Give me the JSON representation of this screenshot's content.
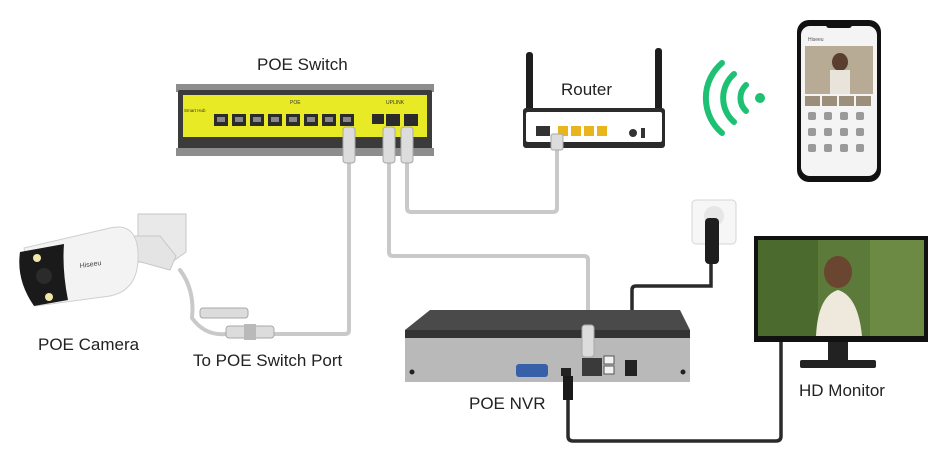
{
  "labels": {
    "poe_switch": "POE Switch",
    "router": "Router",
    "poe_camera": "POE Camera",
    "switch_port": "To POE Switch Port",
    "poe_nvr": "POE NVR",
    "hd_monitor": "HD Monitor"
  },
  "switch": {
    "brand_text": "Smart Hub",
    "group_text": "POE",
    "uplink_text": "UPLINK"
  },
  "camera": {
    "brand": "Hiseeu"
  },
  "phone": {
    "header": "Hiseeu"
  },
  "colors": {
    "switch_panel": "#e9ea26",
    "cable": "#c9c9c9",
    "wifi": "#1ec173",
    "router_port": "#e8b51c",
    "power_cable": "#2a2a2a"
  }
}
